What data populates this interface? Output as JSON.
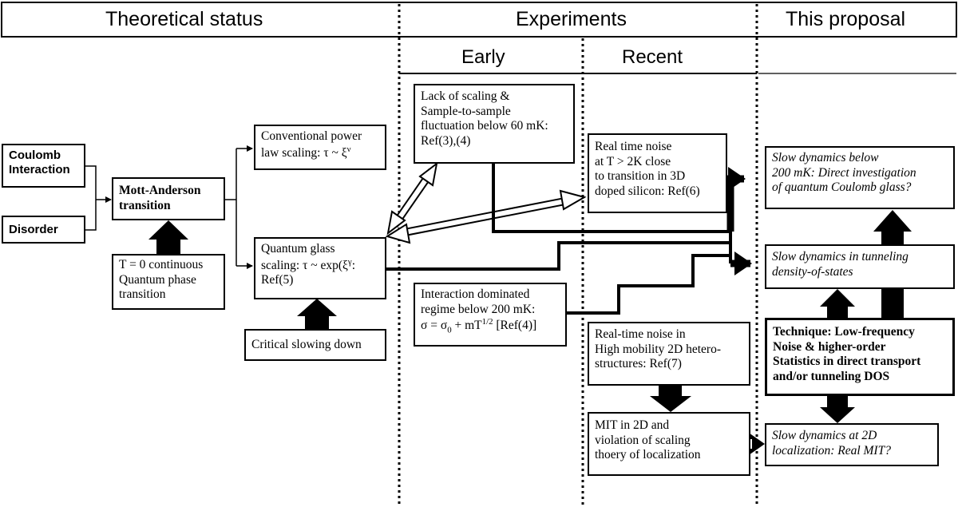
{
  "headers": {
    "theoretical": "Theoretical status",
    "experiments": "Experiments",
    "proposal": "This proposal",
    "early": "Early",
    "recent": "Recent"
  },
  "boxes": {
    "coulomb": [
      "Coulomb",
      "Interaction"
    ],
    "disorder": [
      "Disorder"
    ],
    "mott": [
      "Mott-Anderson",
      "transition"
    ],
    "t0": [
      "T = 0 continuous",
      "Quantum phase",
      "transition"
    ],
    "conv": [
      "Conventional power",
      "law scaling: τ ~ ξ^ν"
    ],
    "qglass": [
      "Quantum glass",
      "scaling: τ ~ exp(ξ^γ):",
      "Ref(5)"
    ],
    "critical": [
      "Critical slowing down"
    ],
    "lack": [
      "Lack of scaling &",
      "Sample-to-sample",
      "fluctuation below 60 mK:",
      "Ref(3),(4)"
    ],
    "interaction": [
      "Interaction dominated",
      "regime below 200 mK:",
      "σ = σ0 + mT^1/2 [Ref(4)]"
    ],
    "realtime3d": [
      "Real time noise",
      "at T > 2K close",
      " to transition in 3D",
      "doped silicon: Ref(6)"
    ],
    "realtime2d": [
      "Real-time noise in",
      "High mobility 2D hetero-",
      "structures: Ref(7)"
    ],
    "mit2d": [
      "MIT in 2D and",
      "violation of scaling",
      "thoery of localization"
    ],
    "slow200": [
      "Slow dynamics below",
      "200 mK: Direct investigation",
      "of quantum Coulomb glass?"
    ],
    "slowtunnel": [
      "Slow dynamics in tunneling",
      "density-of-states"
    ],
    "technique": [
      "Technique: Low-frequency",
      "Noise & higher-order",
      "Statistics in direct transport",
      "and/or  tunneling DOS"
    ],
    "slow2d": [
      "Slow dynamics at 2D",
      "localization: Real MIT?"
    ]
  }
}
